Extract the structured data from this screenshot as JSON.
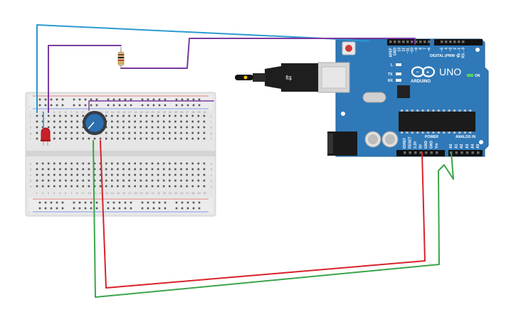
{
  "board": {
    "name": "UNO",
    "brand": "ARDUINO",
    "on_label": "ON",
    "led_labels": [
      "L",
      "TX",
      "RX"
    ],
    "digital_header": "DIGITAL (PWM ~)",
    "digital_pins": [
      "AREF",
      "GND",
      "13",
      "12",
      "~11",
      "~10",
      "~9",
      "8",
      "7",
      "~6",
      "~5",
      "4",
      "~3",
      "2",
      "TX→1",
      "RX←0"
    ],
    "power_header": "POWER",
    "power_pins": [
      "IOREF",
      "RESET",
      "3.3V",
      "5V",
      "GND",
      "GND",
      "Vin"
    ],
    "analog_header": "ANALOG IN",
    "analog_pins": [
      "A0",
      "A1",
      "A2",
      "A3",
      "A4",
      "A5"
    ]
  },
  "breadboard": {
    "row_letters_top": [
      "j",
      "i",
      "h",
      "g",
      "f"
    ],
    "row_letters_bottom": [
      "e",
      "d",
      "c",
      "b",
      "a"
    ],
    "rail_plus": "+",
    "rail_minus": "-",
    "column_numbers": [
      "1",
      "2",
      "3",
      "4",
      "5",
      "6",
      "7",
      "8",
      "9",
      "10",
      "11",
      "12",
      "13",
      "14",
      "15",
      "16",
      "17",
      "18",
      "19",
      "20",
      "21",
      "22",
      "23",
      "24",
      "25",
      "26",
      "27",
      "28",
      "29",
      "30"
    ]
  },
  "colors": {
    "board": "#2f79b8",
    "board_edge": "#1f5f96",
    "wire_blue": "#2a9bd0",
    "wire_purple": "#7a3aa0",
    "wire_red": "#d8232a",
    "wire_green": "#3aa54a",
    "breadboard": "#e4e4e4",
    "led": "#c8202a",
    "pot": "#2d6fae"
  }
}
